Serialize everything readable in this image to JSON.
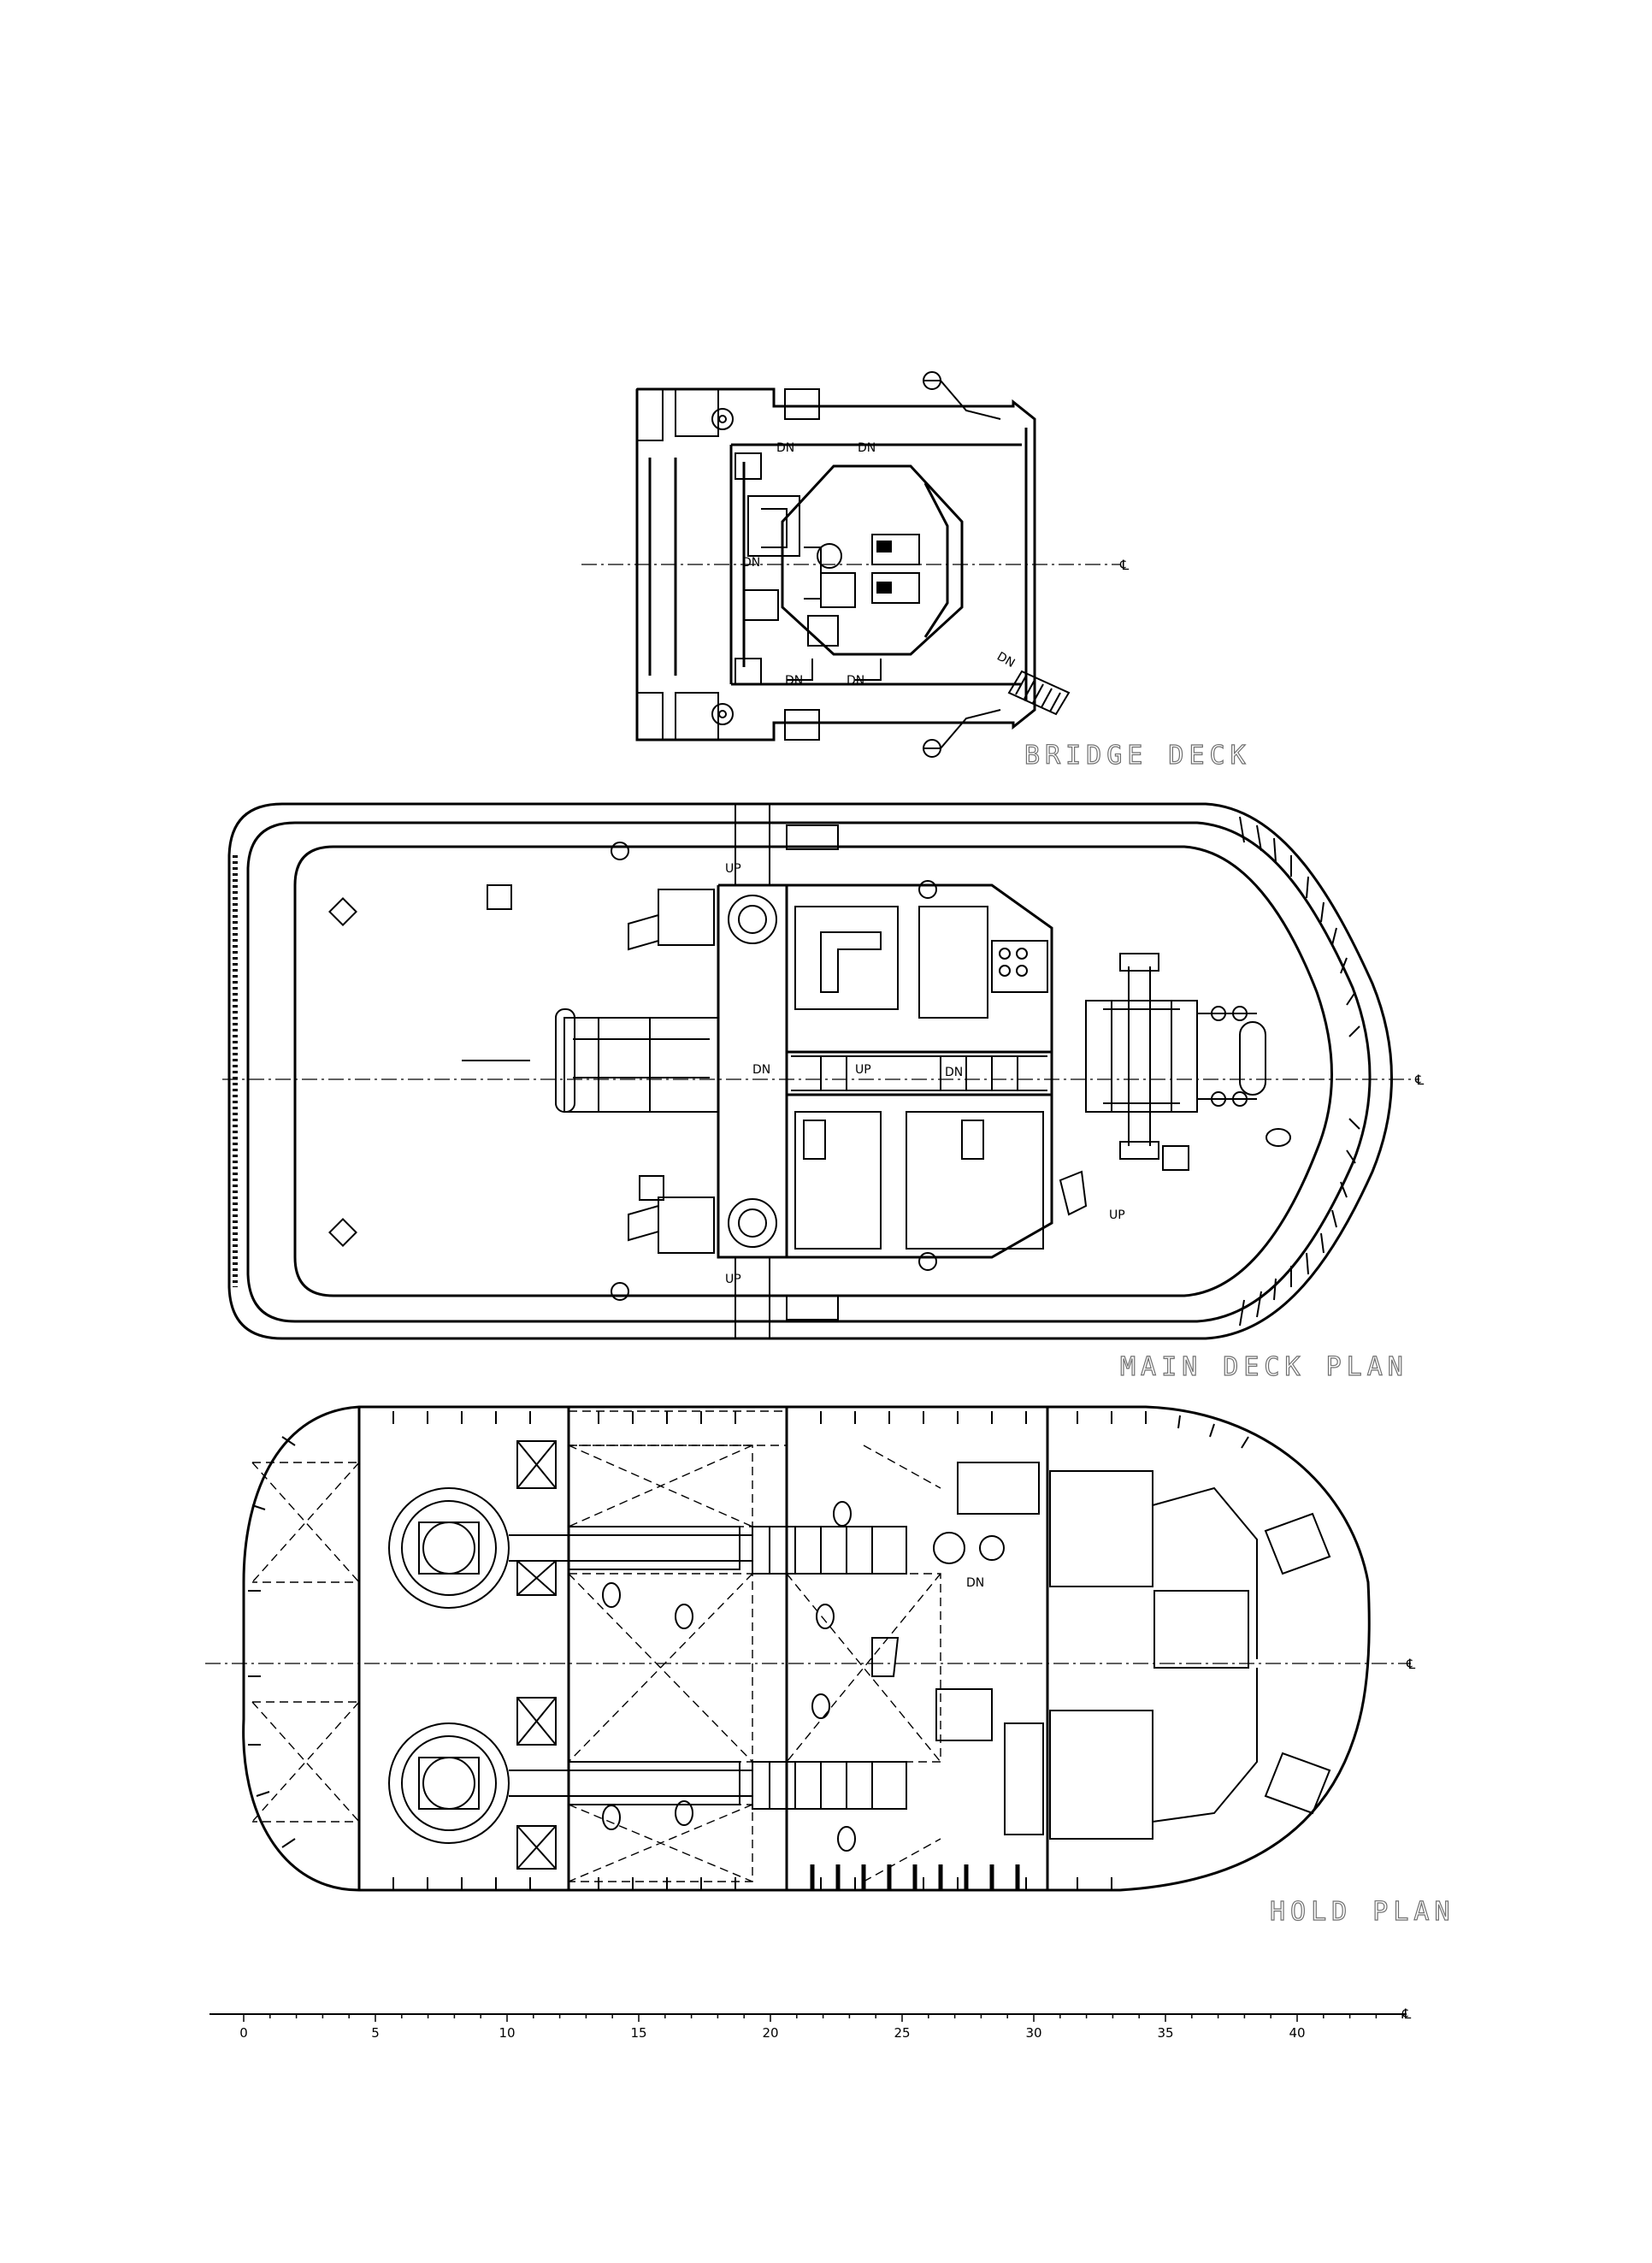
{
  "drawings": {
    "bridge_deck": {
      "title": "BRIDGE DECK",
      "labels": [
        "DN",
        "DN",
        "DN",
        "DN",
        "DN",
        "DN"
      ]
    },
    "main_deck": {
      "title": "MAIN DECK PLAN",
      "labels": [
        "UP",
        "UP",
        "DN",
        "UP",
        "DN",
        "UP"
      ]
    },
    "hold": {
      "title": "HOLD PLAN",
      "labels": [
        "DN"
      ]
    }
  },
  "centerline_symbol": "℄",
  "scale": {
    "ticks": [
      "0",
      "5",
      "10",
      "15",
      "20",
      "25",
      "30",
      "35",
      "40"
    ]
  }
}
